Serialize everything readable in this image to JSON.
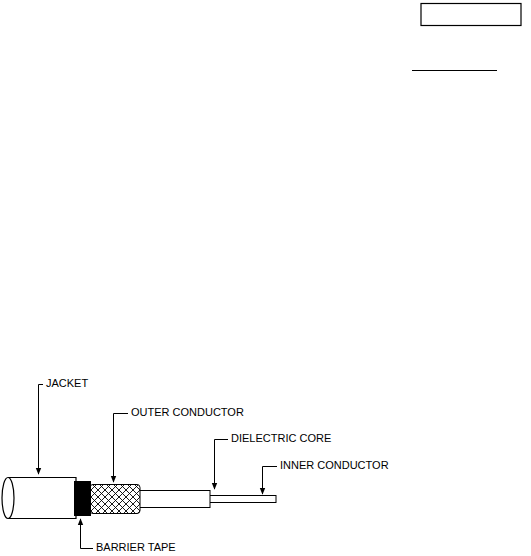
{
  "diagram": {
    "labels": [
      "JACKET",
      "OUTER CONDUCTOR",
      "DIELECTRIC CORE",
      "INNER CONDUCTOR",
      "BARRIER TAPE"
    ]
  }
}
